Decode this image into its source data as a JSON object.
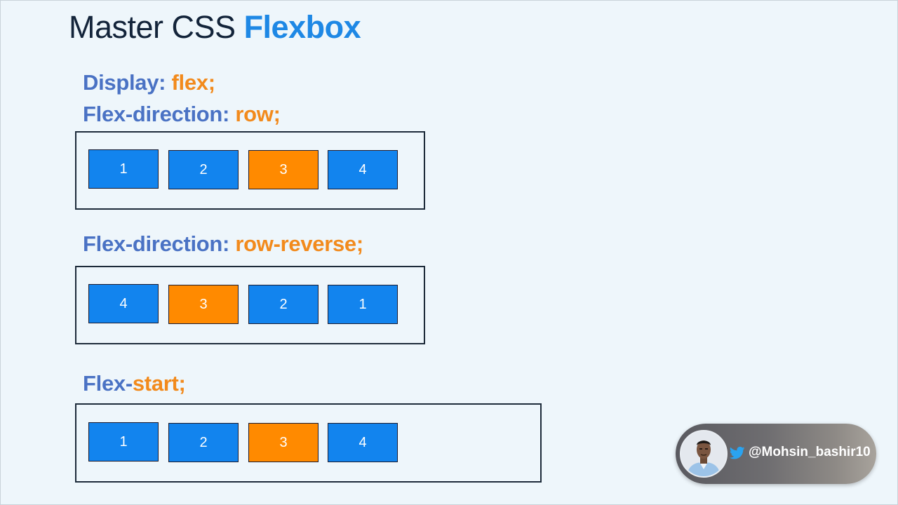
{
  "title": {
    "prefix": "Master CSS ",
    "accent": "Flexbox"
  },
  "sections": [
    {
      "lines": [
        {
          "prop": "Display: ",
          "value": "flex;"
        },
        {
          "prop": "Flex-direction: ",
          "value": "row;"
        }
      ],
      "items": [
        {
          "label": "1",
          "color": "blue"
        },
        {
          "label": "2",
          "color": "blue"
        },
        {
          "label": "3",
          "color": "orange"
        },
        {
          "label": "4",
          "color": "blue"
        }
      ]
    },
    {
      "lines": [
        {
          "prop": "Flex-direction: ",
          "value": "row-reverse;"
        }
      ],
      "items": [
        {
          "label": "4",
          "color": "blue"
        },
        {
          "label": "3",
          "color": "orange"
        },
        {
          "label": "2",
          "color": "blue"
        },
        {
          "label": "1",
          "color": "blue"
        }
      ]
    },
    {
      "lines": [
        {
          "prop": "Flex-",
          "value": "start;"
        }
      ],
      "items": [
        {
          "label": "1",
          "color": "blue"
        },
        {
          "label": "2",
          "color": "blue"
        },
        {
          "label": "3",
          "color": "orange"
        },
        {
          "label": "4",
          "color": "blue"
        }
      ]
    }
  ],
  "badge": {
    "handle": "@Mohsin_bashir10",
    "icon": "twitter-bird-icon"
  },
  "colors": {
    "blue": "#1284ee",
    "orange": "#ff8a00",
    "prop_text": "#4a72c4",
    "value_text": "#f28a1c",
    "title_accent": "#1e88e5"
  }
}
